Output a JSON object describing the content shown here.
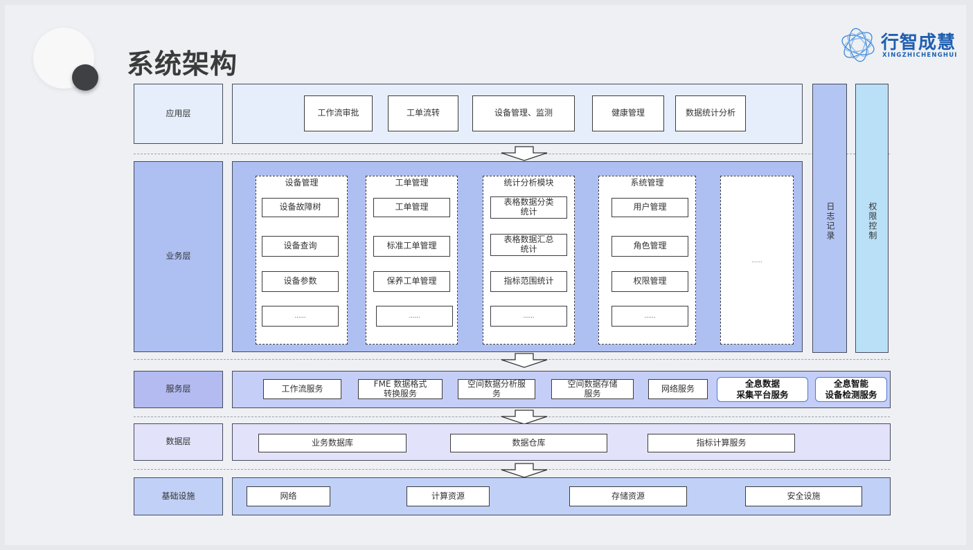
{
  "title": "系统架构",
  "logo": {
    "name": "行智成慧",
    "sub": "XINGZHICHENGHUI"
  },
  "layers": {
    "app": {
      "label": "应用层",
      "items": [
        "工作流审批",
        "工单流转",
        "设备管理、监测",
        "健康管理",
        "数据统计分析"
      ]
    },
    "business": {
      "label": "业务层",
      "modules": [
        {
          "title": "设备管理",
          "items": [
            "设备故障树",
            "设备查询",
            "设备参数",
            "……"
          ]
        },
        {
          "title": "工单管理",
          "items": [
            "工单管理",
            "标准工单管理",
            "保养工单管理",
            "……"
          ]
        },
        {
          "title": "统计分析模块",
          "items": [
            "表格数据分类\n统计",
            "表格数据汇总\n统计",
            "指标范围统计",
            "……"
          ]
        },
        {
          "title": "系统管理",
          "items": [
            "用户管理",
            "角色管理",
            "权限管理",
            "……"
          ]
        },
        {
          "title": "",
          "items": [
            "……"
          ]
        }
      ]
    },
    "service": {
      "label": "服务层",
      "items": [
        "工作流服务",
        "FME 数据格式\n转换服务",
        "空间数据分析服\n务",
        "空间数据存储\n服务",
        "网络服务"
      ],
      "highlights": [
        "全息数据\n采集平台服务",
        "全息智能\n设备检测服务"
      ]
    },
    "data": {
      "label": "数据层",
      "items": [
        "业务数据库",
        "数据仓库",
        "指标计算服务"
      ]
    },
    "infra": {
      "label": "基础设施",
      "items": [
        "网络",
        "计算资源",
        "存储资源",
        "安全设施"
      ]
    }
  },
  "side": {
    "log": "日志记录",
    "permission": "权限控制"
  },
  "colors": {
    "app_bg": "#e6eefb",
    "business_bg": "#aebff2",
    "service_label_bg": "#b3bbf1",
    "service_bg": "#c4cef6",
    "data_bg": "#e2e3fb",
    "infra_bg": "#c1d0f6",
    "log_bg": "#b3c5f3",
    "perm_bg": "#b9e0f7",
    "logo_blue": "#1e5fb0"
  }
}
